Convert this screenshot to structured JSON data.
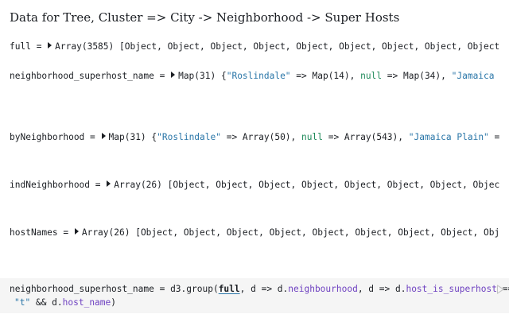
{
  "heading": "Data for Tree, Cluster => City -> Neighborhood -> Super Hosts",
  "outputs": [
    {
      "name": "full",
      "eq": " = ",
      "summary": "Array(3585)",
      "rest": " [Object, Object, Object, Object, Object, Object, Object, Object, Object, Obj"
    },
    {
      "name": "neighborhood_superhost_name",
      "eq": " = ",
      "summary": "Map(31)",
      "open": " {",
      "k1": "\"Roslindale\"",
      "v1": " => Map(14), ",
      "k2": "null",
      "v2": " => Map(34), ",
      "k3": "\"Jamaica Plain"
    },
    {
      "name": "byNeighborhood",
      "eq": " = ",
      "summary": "Map(31)",
      "open": " {",
      "k1": "\"Roslindale\"",
      "v1": " => Array(50), ",
      "k2": "null",
      "v2": " => Array(543), ",
      "k3": "\"Jamaica Plain\"",
      "v3": " => Arr"
    },
    {
      "name": "indNeighborhood",
      "eq": " = ",
      "summary": "Array(26)",
      "rest": " [Object, Object, Object, Object, Object, Object, Object, Object, Ob"
    },
    {
      "name": "hostNames",
      "eq": " = ",
      "summary": "Array(26)",
      "rest": " [Object, Object, Object, Object, Object, Object, Object, Object, Object,"
    }
  ],
  "code": {
    "line1": {
      "a": "neighborhood_superhost_name = d3.group(",
      "b": "full",
      "c": ", d => d.",
      "d": "neighbourhood",
      "e": ", d => d.",
      "f": "host_is_superhost",
      "g": " === "
    },
    "line2": {
      "a": "\"t\"",
      "b": " && d.",
      "c": "host_name",
      "d": ")"
    }
  }
}
